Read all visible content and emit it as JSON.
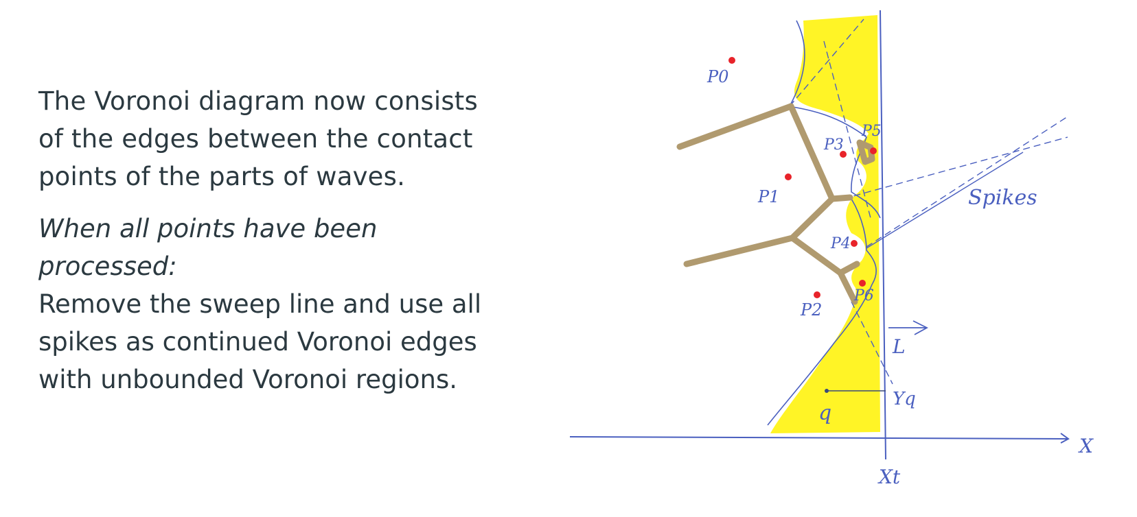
{
  "text": {
    "para1": [
      "The Voronoi diagram now consists",
      "of the edges between the contact",
      "points of the parts of waves."
    ],
    "heading": [
      "When all points have been",
      "processed:"
    ],
    "para2": [
      "Remove the sweep line and use all",
      "spikes as continued Voronoi edges",
      "with unbounded Voronoi regions."
    ]
  },
  "figure": {
    "labels": {
      "p0": "P0",
      "p1": "P1",
      "p2": "P2",
      "p3": "P3",
      "p4": "P4",
      "p5": "P5",
      "p6": "P6",
      "spikes": "Spikes",
      "sweep_line": "L",
      "q": "q",
      "yq": "Yq",
      "x_axis": "X",
      "xt": "Xt"
    },
    "colors": {
      "beach_fill": "#fff200",
      "voronoi_edge": "#b09a6f",
      "pen": "#4a5fbf",
      "site": "#e8232a",
      "text": "#2b3940"
    }
  }
}
